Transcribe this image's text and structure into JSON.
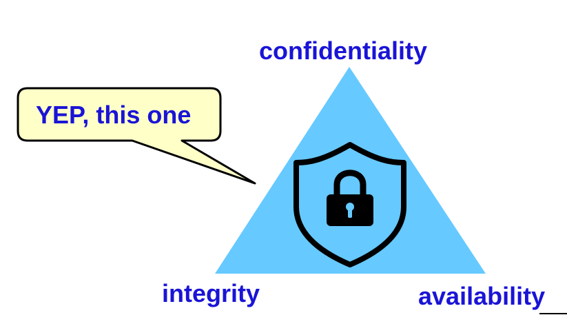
{
  "diagram": {
    "vertex_labels": {
      "top": "confidentiality",
      "bottom_left": "integrity",
      "bottom_right": "availability"
    },
    "center_icon": "shield-lock-icon"
  },
  "callout": {
    "text": "YEP, this one"
  },
  "colors": {
    "triangle_fill": "#66c9ff",
    "label_text": "#1a14d6",
    "callout_fill": "#ffffc8",
    "callout_border": "#000000",
    "icon_stroke": "#000000"
  }
}
